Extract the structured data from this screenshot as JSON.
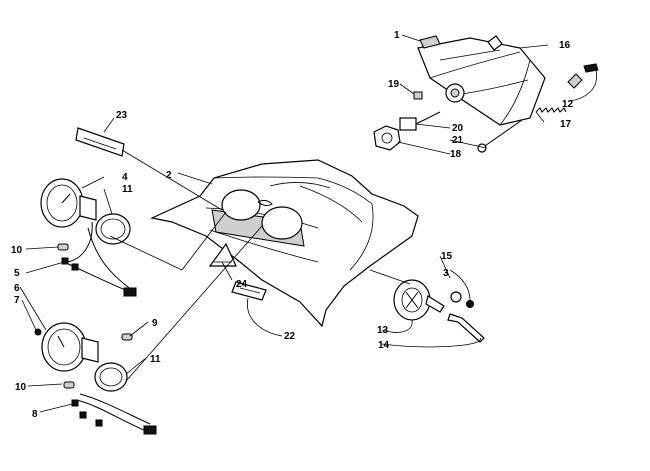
{
  "callouts": [
    {
      "id": "1",
      "label": "1"
    },
    {
      "id": "2",
      "label": "2"
    },
    {
      "id": "3",
      "label": "3"
    },
    {
      "id": "4",
      "label": "4"
    },
    {
      "id": "5",
      "label": "5"
    },
    {
      "id": "6",
      "label": "6"
    },
    {
      "id": "7",
      "label": "7"
    },
    {
      "id": "8",
      "label": "8"
    },
    {
      "id": "9",
      "label": "9"
    },
    {
      "id": "10a",
      "label": "10"
    },
    {
      "id": "10b",
      "label": "10"
    },
    {
      "id": "11a",
      "label": "11"
    },
    {
      "id": "11b",
      "label": "11"
    },
    {
      "id": "12",
      "label": "12"
    },
    {
      "id": "13",
      "label": "13"
    },
    {
      "id": "14",
      "label": "14"
    },
    {
      "id": "15",
      "label": "15"
    },
    {
      "id": "16",
      "label": "16"
    },
    {
      "id": "17",
      "label": "17"
    },
    {
      "id": "18",
      "label": "18"
    },
    {
      "id": "19",
      "label": "19"
    },
    {
      "id": "20",
      "label": "20"
    },
    {
      "id": "21",
      "label": "21"
    },
    {
      "id": "22",
      "label": "22"
    },
    {
      "id": "23",
      "label": "23"
    },
    {
      "id": "24",
      "label": "24"
    }
  ]
}
